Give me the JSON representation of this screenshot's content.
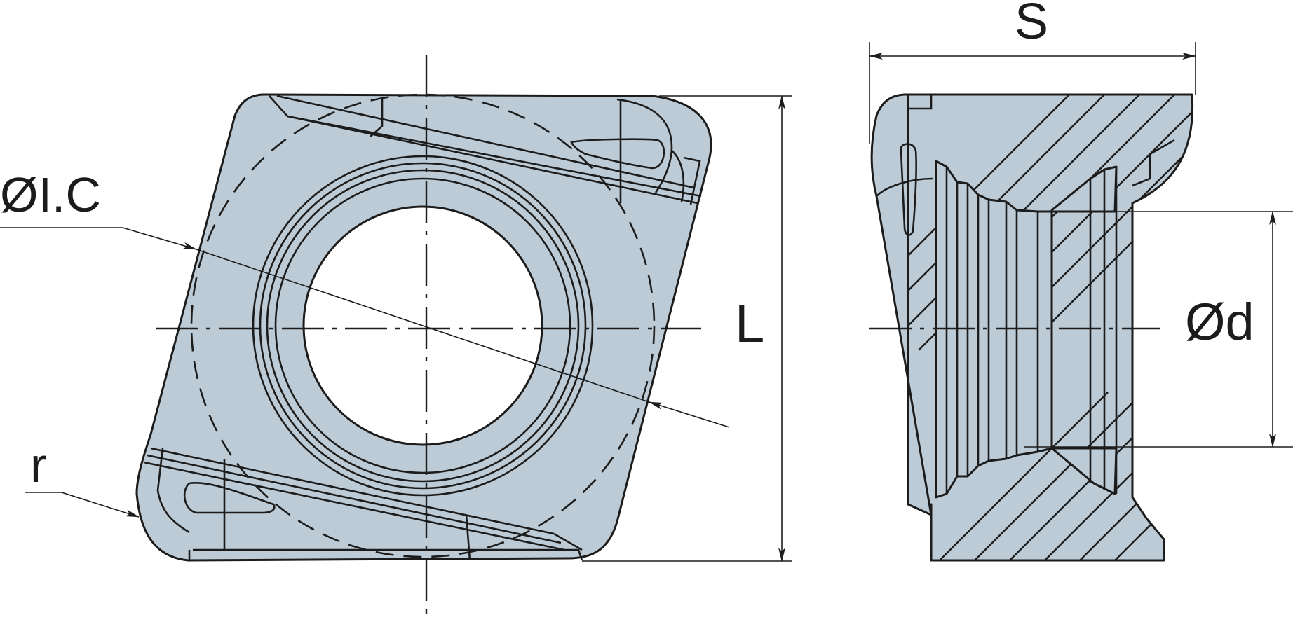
{
  "labels": {
    "ic": "ØI.C",
    "r": "r",
    "l": "L",
    "s": "S",
    "d": "Ød"
  },
  "colors": {
    "fill": "#bccbd6",
    "line": "#1c1c1c",
    "background": "#ffffff"
  }
}
